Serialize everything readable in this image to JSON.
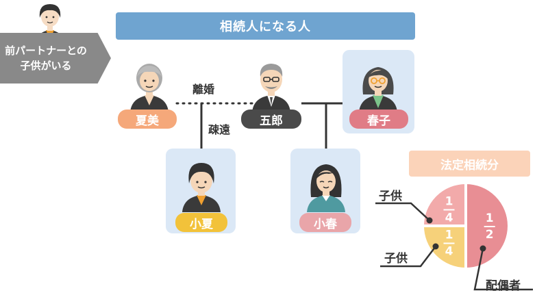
{
  "header": {
    "title": "相続人になる人"
  },
  "previous_partner_note": {
    "line1": "前パートナーとの",
    "line2": "子供がいる"
  },
  "people": {
    "natsumi": {
      "name": "夏美",
      "color": "#f5a87a"
    },
    "goro": {
      "name": "五郎",
      "color": "#4a4a4a"
    },
    "haruko": {
      "name": "春子",
      "color": "#e07c86"
    },
    "konatsu": {
      "name": "小夏",
      "color": "#f2c23a"
    },
    "koharu": {
      "name": "小春",
      "color": "#e9a5a9"
    }
  },
  "relations": {
    "divorce": "離婚",
    "estranged": "疎遠"
  },
  "legal_share": {
    "title": "法定相続分",
    "slices": [
      {
        "label": "配偶者",
        "numerator": "1",
        "denominator": "2",
        "fraction": 0.5,
        "color": "#e88e94"
      },
      {
        "label": "子供",
        "numerator": "1",
        "denominator": "4",
        "fraction": 0.25,
        "color": "#f2aaaa"
      },
      {
        "label": "子供",
        "numerator": "1",
        "denominator": "4",
        "fraction": 0.25,
        "color": "#f6d17a"
      }
    ]
  }
}
